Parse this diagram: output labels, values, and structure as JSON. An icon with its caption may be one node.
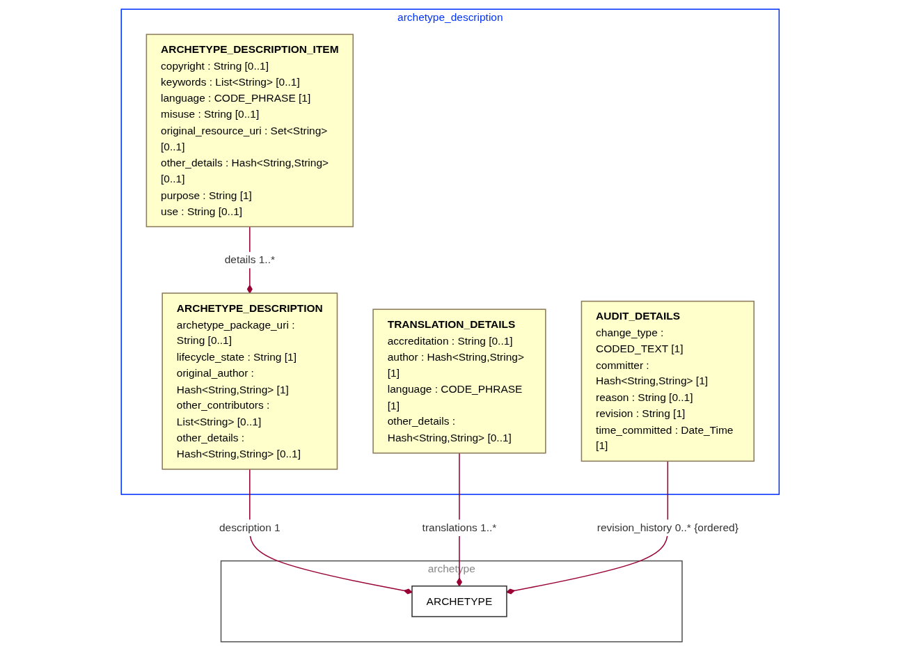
{
  "diagram": {
    "nodes": [
      {
        "text": [
          "archetype_description"
        ]
      },
      {
        "text": [
          "ARCHETYPE_DESCRIPTION",
          "archetype_package_uri : String [0..1]",
          "lifecycle_state : String [1]",
          "original_author : Hash<String,String> [1]",
          "other_contributors : List<String> [0..1]",
          "other_details : Hash<String,String> [0..1]"
        ],
        "in": 0
      },
      {
        "text": [
          "ARCHETYPE_DESCRIPTION_ITEM",
          "copyright : String [0..1]",
          "keywords : List<String> [0..1]",
          "language : CODE_PHRASE [1]",
          "misuse : String [0..1]",
          "original_resource_uri : Set<String> [0..1]",
          "other_details : Hash<String,String> [0..1]",
          "purpose : String [1]",
          "use : String [0..1]"
        ],
        "in": 0
      },
      {
        "text": [
          "TRANSLATION_DETAILS",
          "accreditation : String [0..1]",
          "author : Hash<String,String> [1]",
          "language : CODE_PHRASE [1]",
          "other_details : Hash<String,String> [0..1]"
        ],
        "in": 0
      },
      {
        "text": [
          "AUDIT_DETAILS",
          "change_type : CODED_TEXT [1]",
          "committer : Hash<String,String> [1]",
          "reason : String [0..1]",
          "revision : String [1]",
          "time_committed : Date_Time [1]"
        ],
        "in": 0
      },
      {
        "text": [
          "archetype"
        ]
      },
      {
        "text": [
          "ARCHETYPE"
        ],
        "in": 5
      }
    ],
    "edges": [
      {
        "from": 1,
        "to": 2,
        "arrow": "other",
        "label": "details 1..*"
      },
      {
        "from": 6,
        "to": 1,
        "arrow": "other",
        "label": "description 1"
      },
      {
        "from": 6,
        "to": 3,
        "arrow": "other",
        "label": "translations 1..*"
      },
      {
        "from": 6,
        "to": 4,
        "arrow": "other",
        "label": "revision_history 0..* {ordered}"
      }
    ]
  }
}
